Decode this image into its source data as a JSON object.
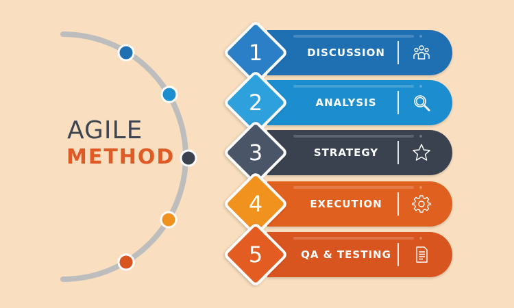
{
  "title": {
    "line1": "AGILE",
    "line2": "METHOD"
  },
  "colors": {
    "background": "#f9dfbf",
    "arc": "#bdbdbd",
    "title_dark": "#3e4552",
    "title_accent": "#e05a25"
  },
  "steps": [
    {
      "number": "1",
      "label": "DISCUSSION",
      "icon": "team-icon",
      "color": "#1f6fb3",
      "diamond_color": "#2a7fc6"
    },
    {
      "number": "2",
      "label": "ANALYSIS",
      "icon": "magnifier-icon",
      "color": "#1c8ecf",
      "diamond_color": "#2ea0db"
    },
    {
      "number": "3",
      "label": "STRATEGY",
      "icon": "star-icon",
      "color": "#3a4250",
      "diamond_color": "#4a5567"
    },
    {
      "number": "4",
      "label": "EXECUTION",
      "icon": "gear-icon",
      "color": "#e0601f",
      "diamond_color": "#f1921f"
    },
    {
      "number": "5",
      "label": "QA & TESTING",
      "icon": "document-icon",
      "color": "#d95520",
      "diamond_color": "#e35c22"
    }
  ]
}
